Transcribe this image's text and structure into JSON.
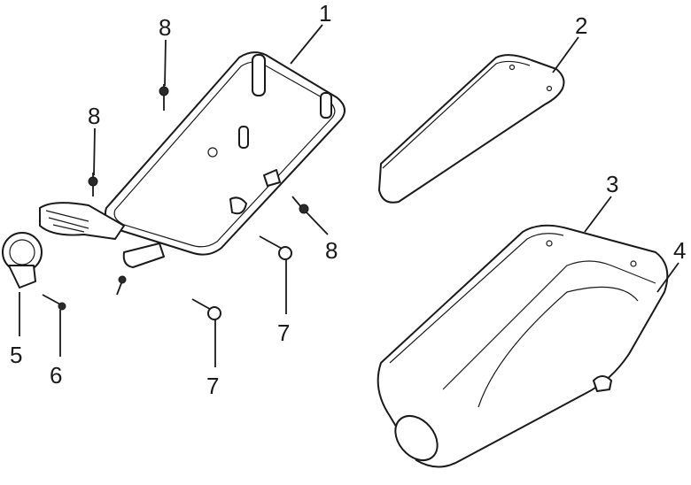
{
  "callouts": {
    "air_cleaner_case": "1",
    "element": "2",
    "cover": "3",
    "cover_outer": "4",
    "connecting_tube": "5",
    "screw_6": "6",
    "bolt_7a": "7",
    "bolt_7b": "7",
    "bolt_8a": "8",
    "bolt_8b": "8",
    "bolt_8c": "8"
  }
}
